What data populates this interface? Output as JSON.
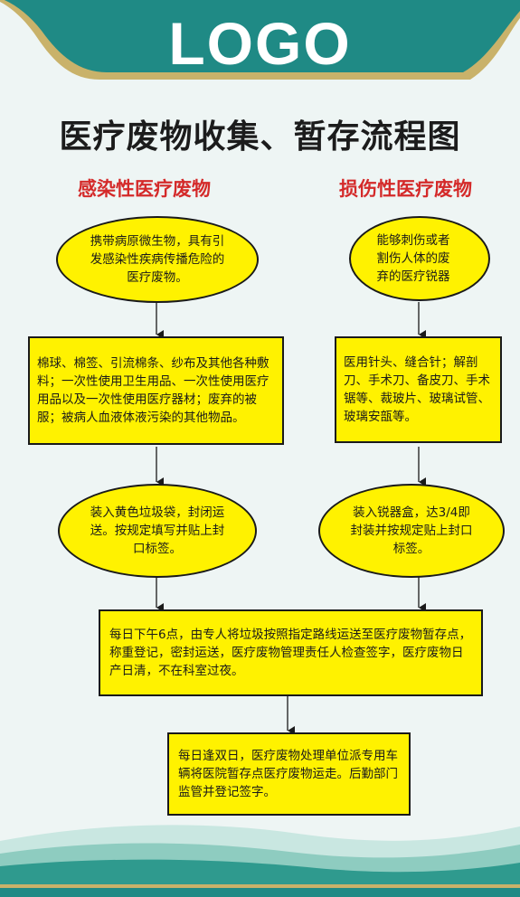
{
  "header": {
    "logo_text": "LOGO"
  },
  "title": "医疗废物收集、暂存流程图",
  "columns": {
    "left": {
      "category": "感染性医疗废物",
      "definition": "携带病原微生物，具有引发感染性疾病传播危险的医疗废物。",
      "examples": "棉球、棉签、引流棉条、纱布及其他各种敷料；一次性使用卫生用品、一次性使用医疗用品以及一次性使用医疗器材；废弃的被服；被病人血液体液污染的其他物品。",
      "packing": "装入黄色垃圾袋，封闭运送。按规定填写并贴上封口标签。"
    },
    "right": {
      "category": "损伤性医疗废物",
      "definition": "能够刺伤或者割伤人体的废弃的医疗锐器",
      "examples": "医用针头、缝合针；解剖刀、手术刀、备皮刀、手术锯等、裁玻片、玻璃试管、玻璃安瓿等。",
      "packing": "装入锐器盒，达3/4即封装并按规定贴上封口标签。"
    }
  },
  "steps": {
    "collection": "每日下午6点，由专人将垃圾按照指定路线运送至医疗废物暂存点，称重登记，密封运送，医疗废物管理责任人检查签字，医疗废物日产日清，不在科室过夜。",
    "disposal": "每日逢双日，医疗废物处理单位派专用车辆将医院暂存点医疗废物运走。后勤部门监管并登记签字。"
  },
  "colors": {
    "teal": "#1f8a85",
    "gold": "#c9b26a",
    "node_fill": "#fff200",
    "category_red": "#d42a2a"
  }
}
